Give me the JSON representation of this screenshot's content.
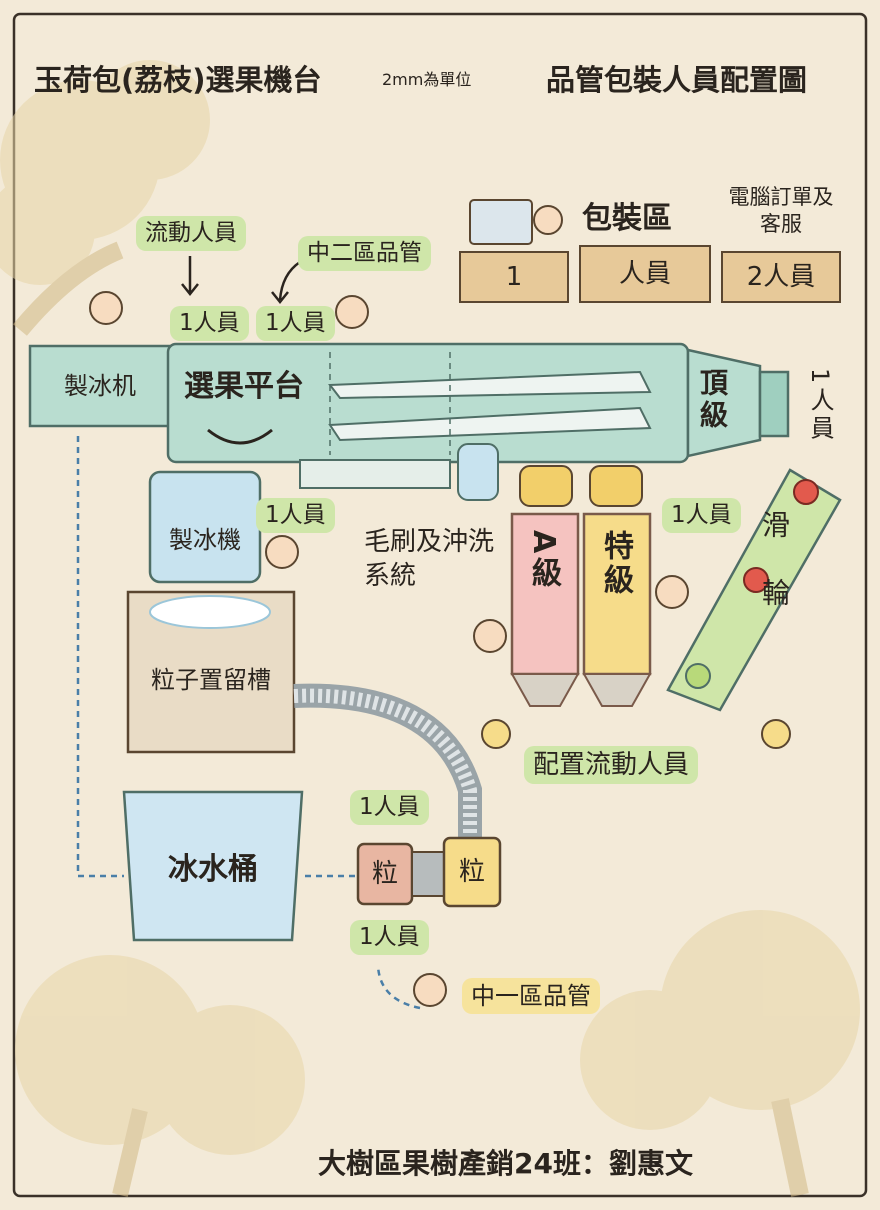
{
  "title": {
    "main": "玉荷包(荔枝)選果機台",
    "unit": "2mm為單位",
    "sub": "品管包裝人員配置圖"
  },
  "labels": {
    "flow_staff": "流動人員",
    "flow_staff_count": "1人員",
    "zone2_qc": "中二區品管",
    "zone2_qc_count": "1人員",
    "packing_area": "包裝區",
    "packing_desk1": "1",
    "packing_desk2": "人員",
    "computer_orders": "電腦訂單及客服",
    "computer_staff": "2人員",
    "ice_maker_left": "製冰机",
    "sorting_platform": "選果平台",
    "top_grade": "頂級",
    "top_grade_staff": "1人員",
    "ice_machine": "製冰機",
    "ice_machine_staff": "1人員",
    "brush_system": "毛刷及沖洗系統",
    "grade_a": "A級",
    "grade_special": "特級",
    "grade_staff": "1人員",
    "slide_wheel": "滑輪",
    "pellet_tank": "粒子置留槽",
    "flow_staff_config": "配置流動人員",
    "pump_staff_top": "1人員",
    "ice_bucket": "冰水桶",
    "pellet_left": "粒",
    "pellet_right": "粒",
    "pump_staff_bottom": "1人員",
    "zone1_qc": "中一區品管",
    "footer": "大樹區果樹產銷24班：劉惠文"
  },
  "colors": {
    "background": "#f3ead8",
    "machine": "#b9ddd0",
    "label_green": "#cfe6a9",
    "label_yellow": "#f6e39c",
    "desk": "#e7c999",
    "grade_a": "#f5c3c0",
    "grade_special": "#f6dc8a",
    "water": "#cfe6f2",
    "tank": "#e9dcc6"
  }
}
